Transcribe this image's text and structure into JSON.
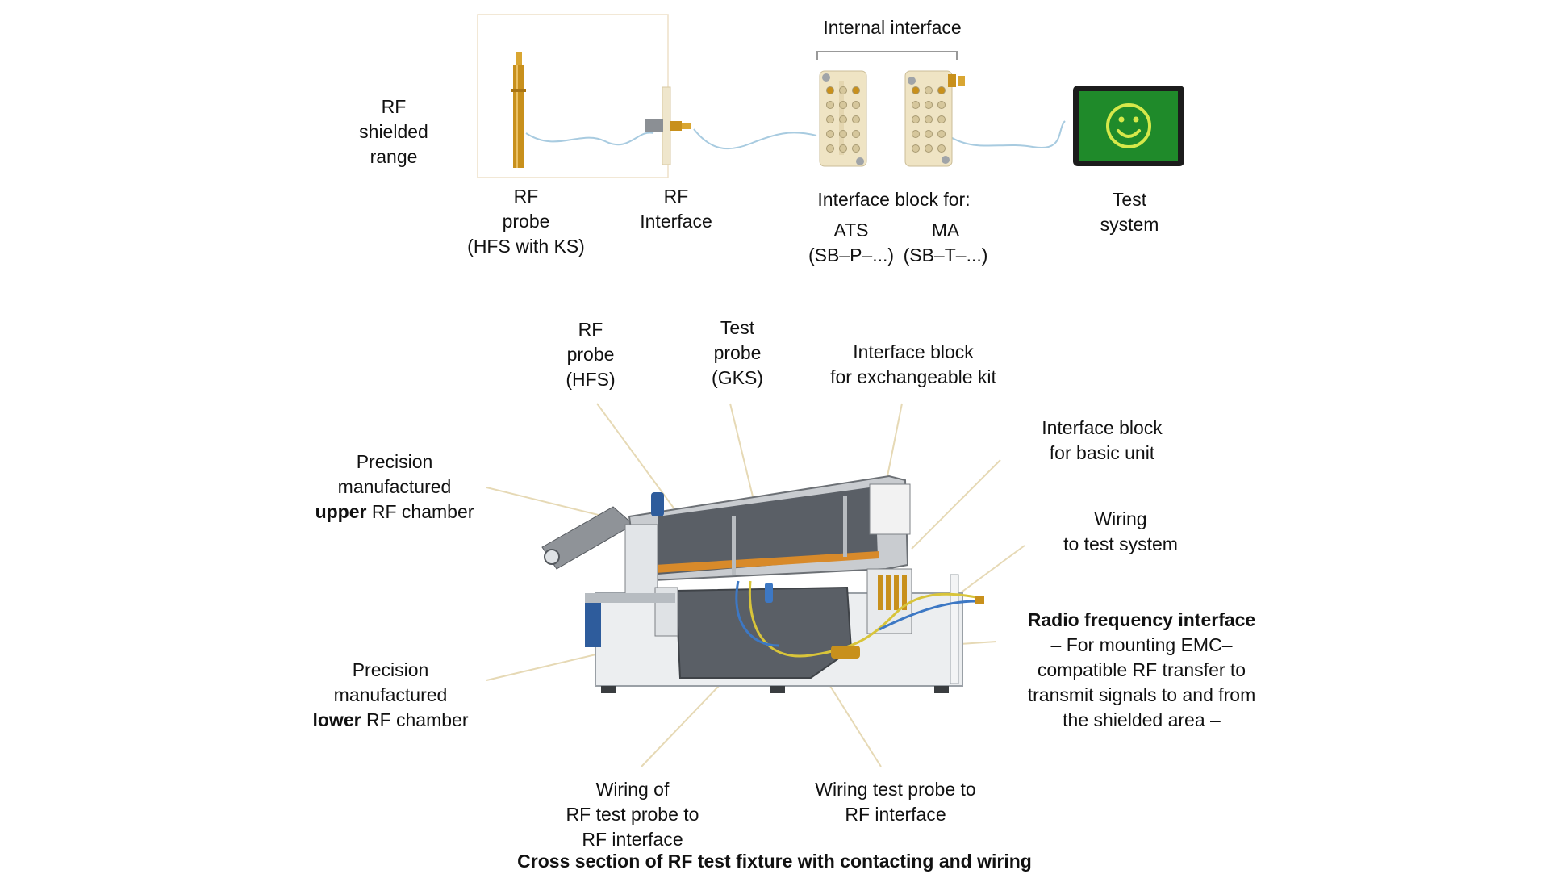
{
  "top": {
    "shielded_range": [
      "RF",
      "shielded",
      "range"
    ],
    "internal_interface": "Internal interface",
    "rf_probe": [
      "RF",
      "probe",
      "(HFS with KS)"
    ],
    "rf_interface": [
      "RF",
      "Interface"
    ],
    "interface_block_for": "Interface block for:",
    "ats": [
      "ATS",
      "(SB–P–...)"
    ],
    "ma": [
      "MA",
      "(SB–T–...)"
    ],
    "test_system": [
      "Test",
      "system"
    ]
  },
  "bottom": {
    "rf_probe_hfs": [
      "RF",
      "probe",
      "(HFS)"
    ],
    "test_probe_gks": [
      "Test",
      "probe",
      "(GKS)"
    ],
    "interface_block_exchangeable": [
      "Interface block",
      "for exchangeable kit"
    ],
    "interface_block_basic": [
      "Interface block",
      "for basic unit"
    ],
    "wiring_test_system": [
      "Wiring",
      "to test system"
    ],
    "upper_chamber": {
      "line1": "Precision",
      "line2": "manufactured",
      "bold": "upper",
      "rest": " RF chamber"
    },
    "lower_chamber": {
      "line1": "Precision",
      "line2": "manufactured",
      "bold": "lower",
      "rest": " RF chamber"
    },
    "rf_interface_desc": {
      "title": "Radio frequency interface",
      "lines": [
        "– For mounting EMC–",
        "compatible RF transfer to",
        "transmit signals to and from",
        "the shielded area –"
      ]
    },
    "wiring_rf_probe": [
      "Wiring of",
      "RF test probe to",
      "RF interface"
    ],
    "wiring_test_probe": [
      "Wiring  test probe to",
      "RF interface"
    ],
    "caption": "Cross section of RF test fixture with contacting and wiring"
  },
  "colors": {
    "cable": "#a8cbe0",
    "brass": "#c8901c",
    "screen_green": "#1f8a2a",
    "smiley": "#d6e84a",
    "chamber_dark": "#555a60",
    "leader": "#e6d9b5"
  }
}
